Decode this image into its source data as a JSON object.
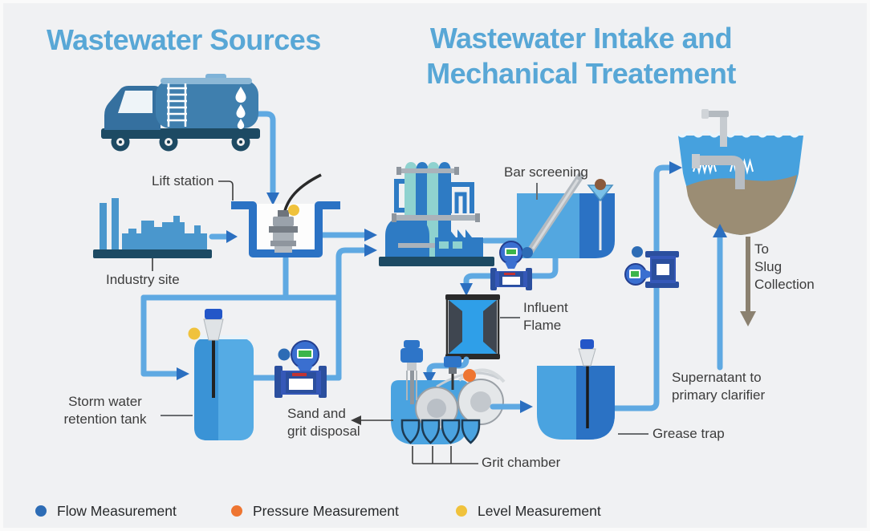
{
  "titles": {
    "left": "Wastewater Sources",
    "right": [
      "Wastewater Intake and",
      "Mechanical Treatement"
    ]
  },
  "labels": {
    "lift_station": "Lift station",
    "industry_site": "Industry site",
    "bar_screening": "Bar screening",
    "influent_flame": [
      "Influent",
      "Flame"
    ],
    "storm_tank": [
      "Storm water",
      "retention tank"
    ],
    "sand_disposal": [
      "Sand and",
      "grit disposal"
    ],
    "grit_chamber": "Grit chamber",
    "grease_trap": "Grease trap",
    "supernatant": [
      "Supernatant to",
      "primary clarifier"
    ],
    "to_slug": [
      "To",
      "Slug",
      "Collection"
    ]
  },
  "legend": [
    {
      "label": "Flow Measurement",
      "color": "#2d6cb5"
    },
    {
      "label": "Pressure Measurement",
      "color": "#ee7531"
    },
    {
      "label": "Level Measurement",
      "color": "#f0c23c"
    }
  ],
  "colors": {
    "background": "#f0f1f3",
    "title_blue": "#58a7d6",
    "pipe": "#5fa9e2",
    "pipe_dark": "#2b6fc0",
    "tank_light": "#4aa3e0",
    "tank_dark": "#2b72c4",
    "navy": "#1d4a63",
    "steel_blue": "#4a97cd",
    "label_text": "#3c3c3c",
    "flow_dot": "#2d6cb5",
    "pressure_dot": "#ee7531",
    "level_dot": "#f0c23c",
    "sludge_brown": "#9b8d74"
  }
}
